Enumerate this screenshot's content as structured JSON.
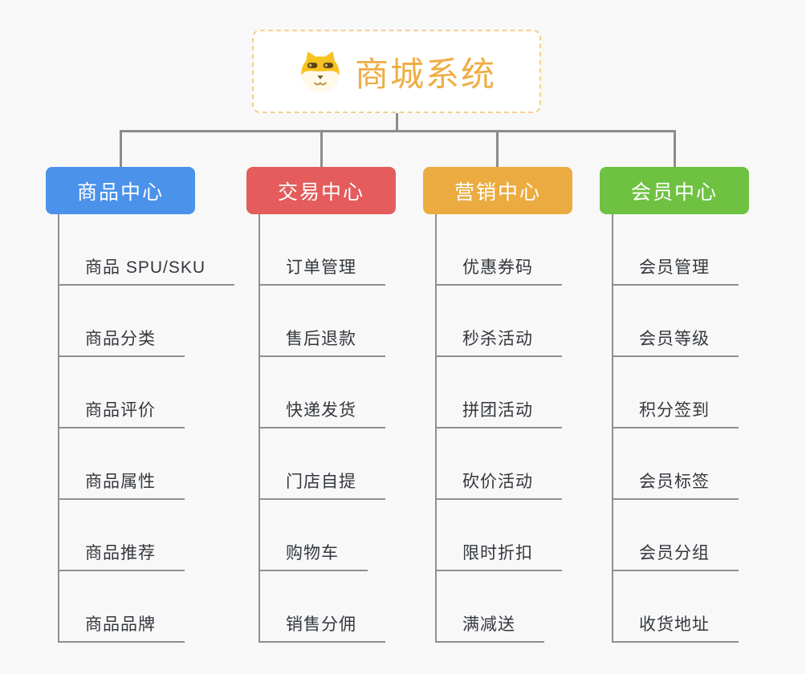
{
  "canvas": {
    "background": "#f8f8f8",
    "connector_color": "#8c8c8c"
  },
  "root": {
    "title": "商城系统",
    "icon": "dog-face-icon",
    "text_color": "#efad44",
    "border_color": "#f3cf92"
  },
  "branches": [
    {
      "label": "商品中心",
      "color": "#4b92ea",
      "children": [
        "商品 SPU/SKU",
        "商品分类",
        "商品评价",
        "商品属性",
        "商品推荐",
        "商品品牌"
      ]
    },
    {
      "label": "交易中心",
      "color": "#e45c5c",
      "children": [
        "订单管理",
        "售后退款",
        "快递发货",
        "门店自提",
        "购物车",
        "销售分佣"
      ]
    },
    {
      "label": "营销中心",
      "color": "#ebab40",
      "children": [
        "优惠券码",
        "秒杀活动",
        "拼团活动",
        "砍价活动",
        "限时折扣",
        "满减送"
      ]
    },
    {
      "label": "会员中心",
      "color": "#6fc142",
      "children": [
        "会员管理",
        "会员等级",
        "积分签到",
        "会员标签",
        "会员分组",
        "收货地址"
      ]
    }
  ]
}
